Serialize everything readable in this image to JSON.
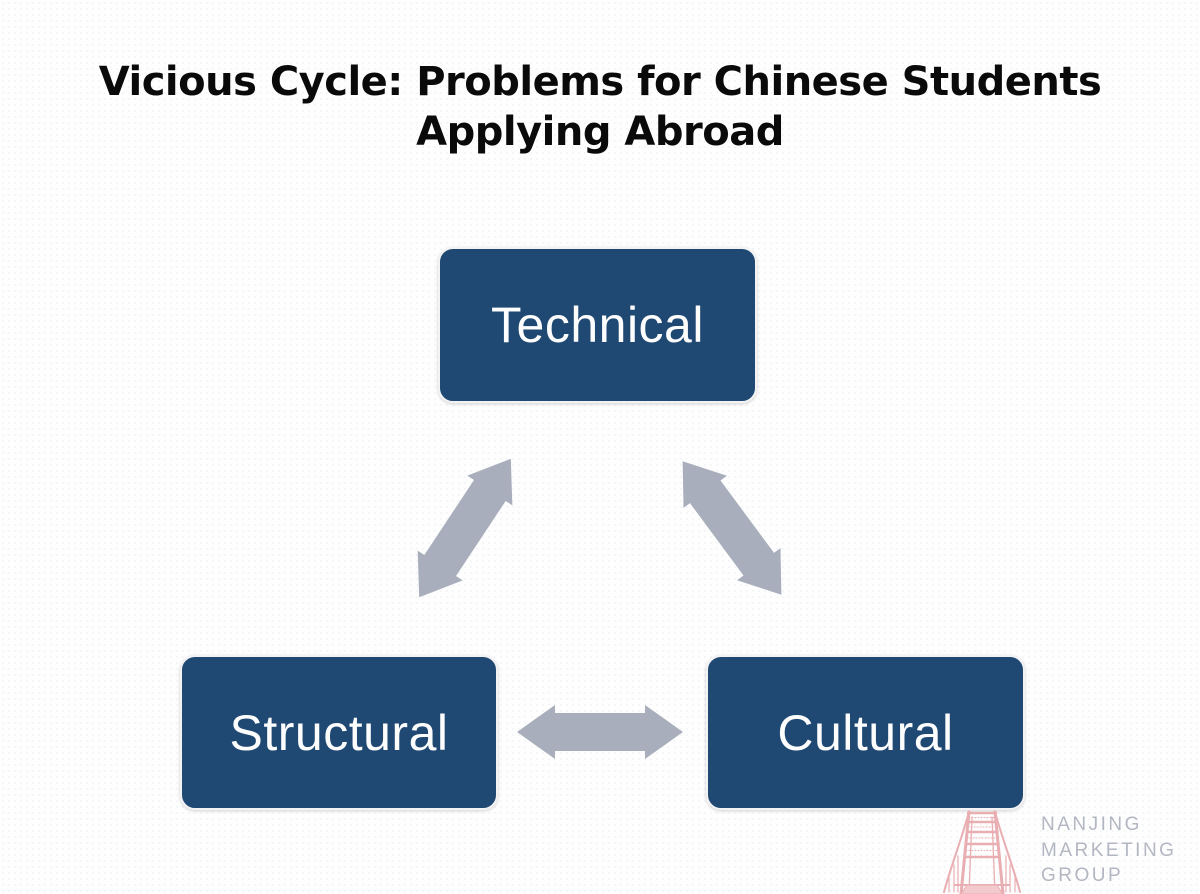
{
  "slide": {
    "title_line1": "Vicious Cycle: Problems for Chinese Students",
    "title_line2": "Applying Abroad",
    "background_color": "#fefefe",
    "title_color": "#0a0a0a"
  },
  "diagram": {
    "type": "cycle",
    "node_fill": "#1f4973",
    "node_text_color": "#fdfdfd",
    "arrow_color": "#a9aebc",
    "nodes": [
      {
        "label": "Technical",
        "position": "top-center"
      },
      {
        "label": "Structural",
        "position": "bottom-left"
      },
      {
        "label": "Cultural",
        "position": "bottom-right"
      }
    ],
    "connections": [
      {
        "from": "Technical",
        "to": "Structural",
        "style": "double-headed"
      },
      {
        "from": "Technical",
        "to": "Cultural",
        "style": "double-headed"
      },
      {
        "from": "Structural",
        "to": "Cultural",
        "style": "double-headed"
      }
    ]
  },
  "logo": {
    "icon": "bridge-icon",
    "icon_color": "#e9aeb2",
    "text_color": "#b3b7c2",
    "name_line1": "NANJING",
    "name_line2": "MARKETING",
    "name_line3": "GROUP"
  }
}
